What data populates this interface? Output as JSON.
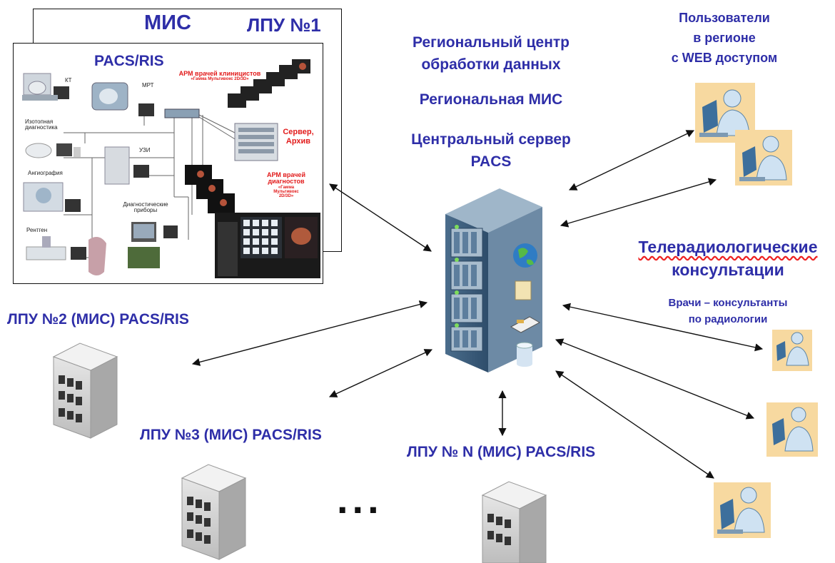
{
  "lpu1": {
    "mis_label": "МИС",
    "lpu_label": "ЛПУ №1",
    "pacs_label": "PACS/RIS",
    "devices": {
      "kt": "КТ",
      "mrt": "МРТ",
      "isotope": "Изотопная диагностика",
      "uzi": "УЗИ",
      "angio": "Ангиография",
      "diag_devices": "Диагностические приборы",
      "rentgen": "Рентген"
    },
    "arm_clinicians": "АРМ врачей клиницистов",
    "arm_clinicians_sub": "«Гамма Мультивокс 2D/3D»",
    "server_archive": "Сервер, Архив",
    "arm_diagnosticians": "АРМ врачей диагностов",
    "arm_diagnosticians_sub": "«Гамма Мультивокс 2D/3D»"
  },
  "center": {
    "line1": "Региональный центр",
    "line2": "обработки данных",
    "regional_mis": "Региональная МИС",
    "central_server_line1": "Центральный сервер",
    "central_server_line2": "PACS"
  },
  "users": {
    "line1": "Пользователи",
    "line2": "в регионе",
    "line3": "с WEB доступом"
  },
  "tele": {
    "line1": "Телерадиологические",
    "line2": "консультации",
    "doctors_line1": "Врачи – консультанты",
    "doctors_line2": "по радиологии"
  },
  "lpu2": "ЛПУ №2  (МИС) PACS/RIS",
  "lpu3": "ЛПУ №3  (МИС) PACS/RIS",
  "lpuN": "ЛПУ № N  (МИС) PACS/RIS",
  "ellipsis": "...",
  "colors": {
    "label_blue": "#2e2ea8",
    "arm_red": "#e21b1b",
    "user_bg": "#f7d9a0"
  }
}
